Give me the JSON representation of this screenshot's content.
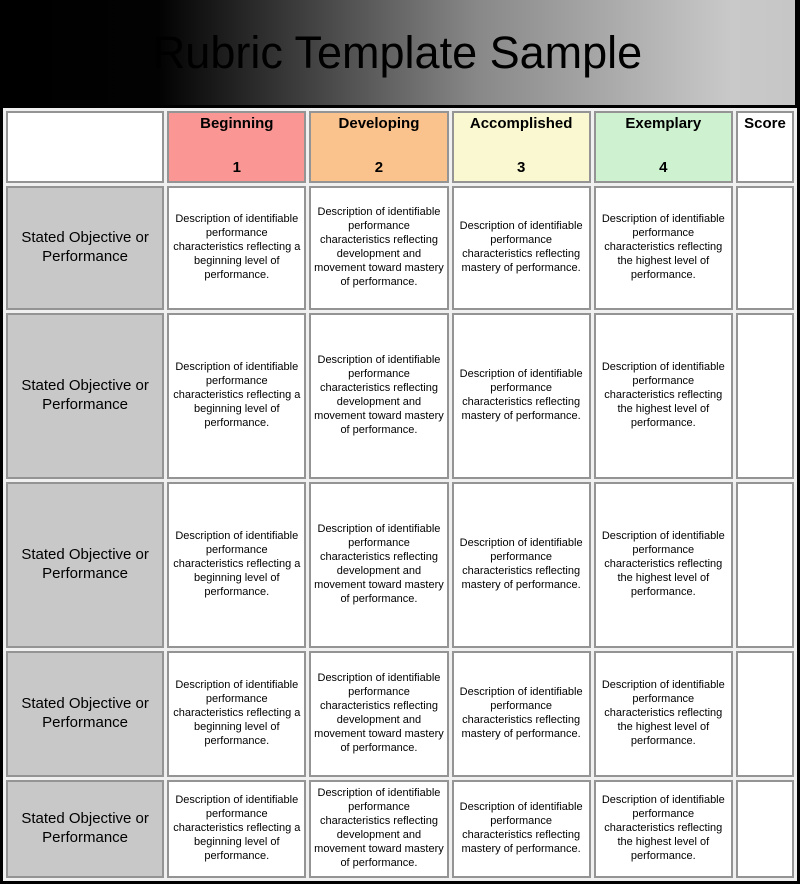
{
  "title": "Rubric Template Sample",
  "table": {
    "corner_label": "",
    "score_header": "Score",
    "columns": [
      {
        "label": "Beginning",
        "number": "1",
        "color": "#fa9795",
        "description": "Description of identifiable performance characteristics reflecting a beginning level of performance."
      },
      {
        "label": "Developing",
        "number": "2",
        "color": "#fac28c",
        "description": "Description of identifiable performance characteristics reflecting development and movement toward mastery of performance."
      },
      {
        "label": "Accomplished",
        "number": "3",
        "color": "#faf8d0",
        "description": "Description of identifiable performance characteristics reflecting mastery of performance."
      },
      {
        "label": "Exemplary",
        "number": "4",
        "color": "#cef1d0",
        "description": "Description of identifiable performance characteristics reflecting the highest level of performance."
      }
    ],
    "rows": [
      {
        "label": "Stated Objective or Performance",
        "score": ""
      },
      {
        "label": "Stated Objective or Performance",
        "score": ""
      },
      {
        "label": "Stated Objective or Performance",
        "score": ""
      },
      {
        "label": "Stated Objective or Performance",
        "score": ""
      },
      {
        "label": "Stated Objective or Performance",
        "score": ""
      }
    ],
    "row_label_bg": "#c8c8c8",
    "frame_color": "#000000"
  }
}
